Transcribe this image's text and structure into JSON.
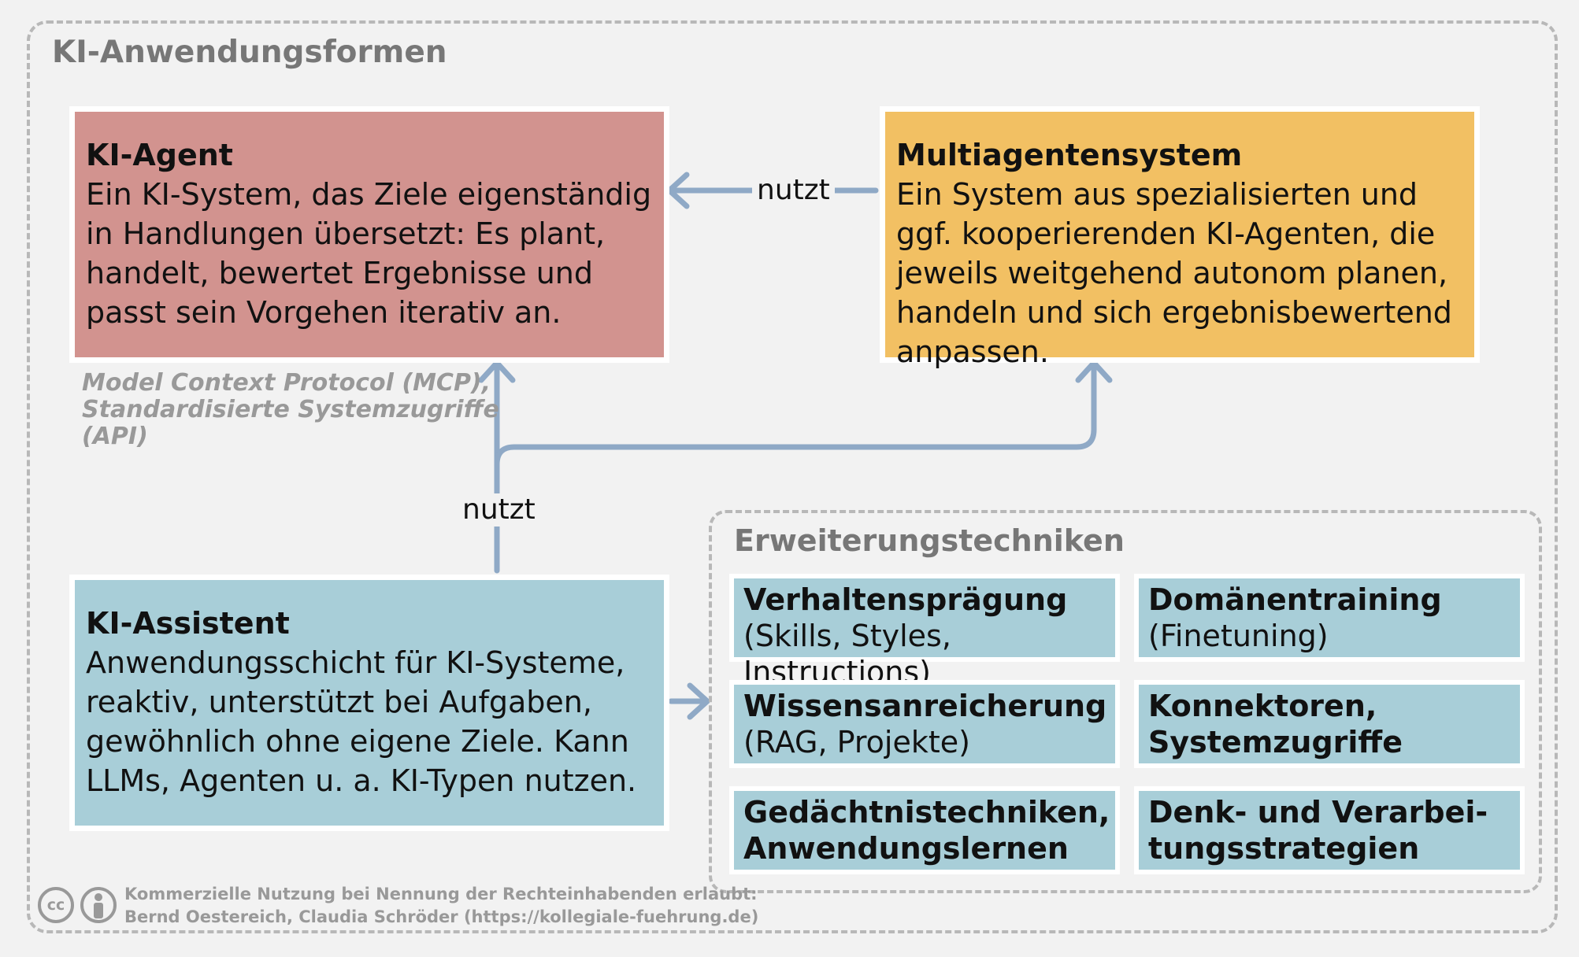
{
  "frame": {
    "title": "KI-Anwendungsformen"
  },
  "agent": {
    "title": "KI-Agent",
    "text": "Ein KI-System, das Ziele eigenständig in Handlungen übersetzt: Es plant, handelt, bewertet Ergebnisse und passt sein Vorgehen iterativ an."
  },
  "multi": {
    "title": "Multiagentensystem",
    "text": "Ein System aus spezialisierten und ggf. kooperierenden KI-Agenten, die jeweils weitgehend autonom planen, handeln und sich ergebnisbewertend anpassen."
  },
  "assistant": {
    "title": "KI-Assistent",
    "text": "Anwendungsschicht für KI-Systeme, reaktiv, unterstützt bei Aufgaben, gewöhnlich ohne eigene Ziele. Kann LLMs, Agenten u. a. KI-Typen nutzen."
  },
  "annotation": "Model Context Protocol (MCP), Standardisierte Systemzugriffe (API)",
  "edges": {
    "top_label": "nutzt",
    "mid_label": "nutzt"
  },
  "techniques": {
    "title": "Erweiterungstechniken",
    "items": [
      {
        "title": "Verhaltensprägung",
        "text": "(Skills, Styles, Instructions)"
      },
      {
        "title": "Domänentraining",
        "text": "(Finetuning)"
      },
      {
        "title": "Wissensanreicherung",
        "text": "(RAG, Projekte)"
      },
      {
        "title": "Konnektoren, Systemzugriffe",
        "text": ""
      },
      {
        "title": "Gedächtnistechniken, Anwendungslernen",
        "text": ""
      },
      {
        "title": "Denk- und Verarbei-tungsstrategien",
        "text": ""
      }
    ]
  },
  "footer": {
    "cc_icon": "cc",
    "line1": "Kommerzielle Nutzung bei Nennung der Rechteinhabenden erlaubt:",
    "line2": "Bernd Oestereich, Claudia Schröder (https://kollegiale-fuehrung.de)"
  },
  "colors": {
    "agent": "#d2938f",
    "multi": "#f2c063",
    "assistant": "#a8ced8",
    "arrow": "#8fa9c6"
  }
}
